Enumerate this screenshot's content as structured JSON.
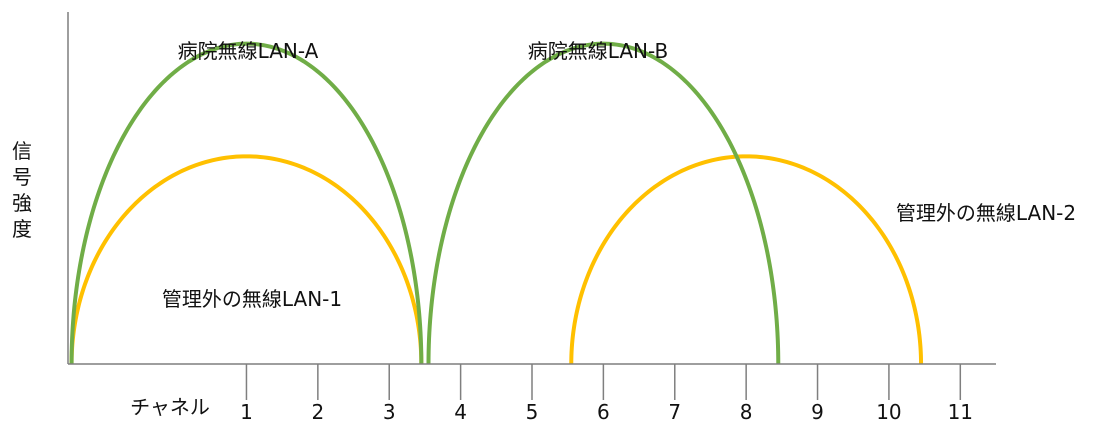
{
  "chart_data": {
    "type": "line",
    "title": "",
    "xlabel": "チャネル",
    "ylabel": "信号強度",
    "xlim": [
      -1.5,
      11.5
    ],
    "ylim": [
      0,
      10
    ],
    "grid": false,
    "x_ticks": [
      "1",
      "2",
      "3",
      "4",
      "5",
      "6",
      "7",
      "8",
      "9",
      "10",
      "11"
    ],
    "series": [
      {
        "name": "病院無線LAN-A",
        "color": "#70ad47",
        "center": 1,
        "halfwidth": 2.45,
        "peak": 9.1
      },
      {
        "name": "病院無線LAN-B",
        "color": "#70ad47",
        "center": 6,
        "halfwidth": 2.45,
        "peak": 9.1
      },
      {
        "name": "管理外の無線LAN-1",
        "color": "#ffc000",
        "center": 1,
        "halfwidth": 2.45,
        "peak": 5.9
      },
      {
        "name": "管理外の無線LAN-2",
        "color": "#ffc000",
        "center": 8,
        "halfwidth": 2.45,
        "peak": 5.9
      }
    ]
  }
}
